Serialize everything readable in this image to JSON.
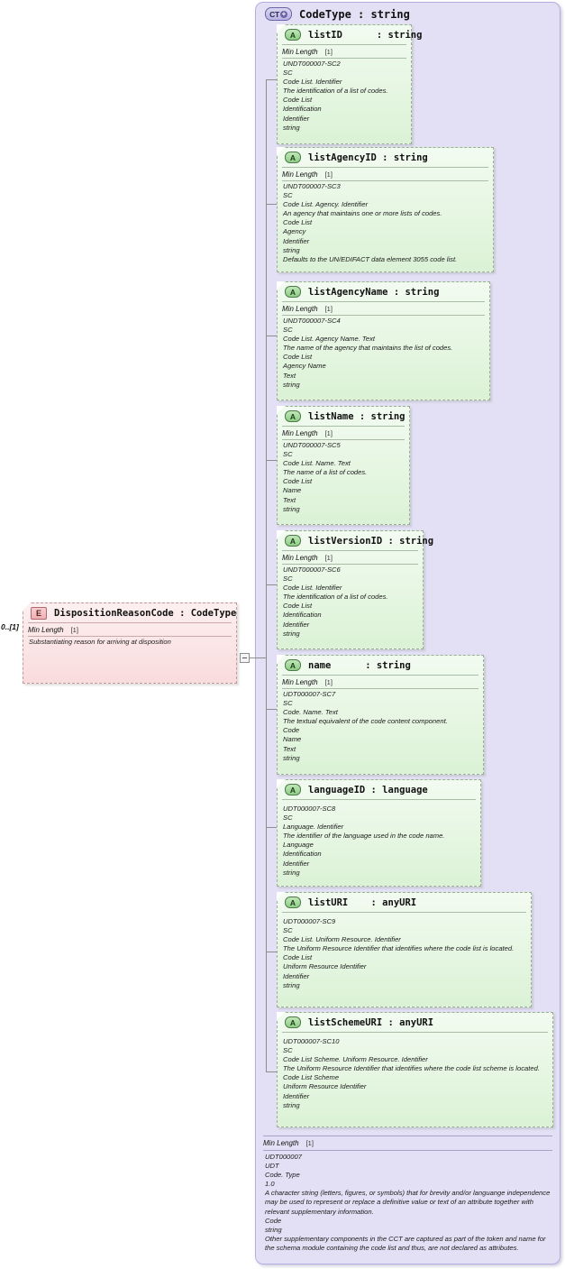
{
  "container": {
    "icon": "CT",
    "icon_plus": "+",
    "title": "CodeType : string",
    "footer": {
      "min_length_label": "Min Length",
      "cardinality": "[1]",
      "lines": [
        "UDT000007",
        "UDT",
        "Code. Type",
        "1.0",
        "A character string (letters, figures, or symbols) that for brevity and/or languange independence may be used to represent or replace a definitive value or text of an attribute together with relevant supplementary information.",
        "Code",
        "string",
        "Other supplementary components in the CCT are captured as part of the token and name for the schema module containing the code list and thus, are not declared as attributes."
      ]
    }
  },
  "element": {
    "icon": "E",
    "title": "DispositionReasonCode : CodeType",
    "cardinality_label": "0..[1]",
    "min_length_label": "Min Length",
    "min_length_value": "[1]",
    "lines": [
      "Substantiating reason for arriving at disposition"
    ]
  },
  "attributes": [
    {
      "icon": "A",
      "title": "listID      : string",
      "min_length_label": "Min Length",
      "min_length_value": "[1]",
      "lines": [
        "UNDT000007-SC2",
        "SC",
        "Code List. Identifier",
        "The identification of a list of codes.",
        "Code List",
        "Identification",
        "Identifier",
        "string"
      ]
    },
    {
      "icon": "A",
      "title": "listAgencyID : string",
      "min_length_label": "Min Length",
      "min_length_value": "[1]",
      "lines": [
        "UNDT000007-SC3",
        "SC",
        "Code List. Agency. Identifier",
        "An agency that maintains one or more lists of codes.",
        "Code List",
        "Agency",
        "Identifier",
        "string",
        "Defaults to the UN/EDIFACT data element 3055 code list."
      ]
    },
    {
      "icon": "A",
      "title": "listAgencyName : string",
      "min_length_label": "Min Length",
      "min_length_value": "[1]",
      "lines": [
        "UNDT000007-SC4",
        "SC",
        "Code List. Agency Name. Text",
        "The name of the agency that maintains the list of codes.",
        "Code List",
        "Agency Name",
        "Text",
        "string"
      ]
    },
    {
      "icon": "A",
      "title": "listName : string",
      "min_length_label": "Min Length",
      "min_length_value": "[1]",
      "lines": [
        "UNDT000007-SC5",
        "SC",
        "Code List. Name. Text",
        "The name of a list of codes.",
        "Code List",
        "Name",
        "Text",
        "string"
      ]
    },
    {
      "icon": "A",
      "title": "listVersionID : string",
      "min_length_label": "Min Length",
      "min_length_value": "[1]",
      "lines": [
        "UNDT000007-SC6",
        "SC",
        "Code List. Identifier",
        "The identification of a list of codes.",
        "Code List",
        "Identification",
        "Identifier",
        "string"
      ]
    },
    {
      "icon": "A",
      "title": "name      : string",
      "min_length_label": "Min Length",
      "min_length_value": "[1]",
      "lines": [
        "UDT000007-SC7",
        "SC",
        "Code. Name. Text",
        "The textual equivalent of the code content component.",
        "Code",
        "Name",
        "Text",
        "string"
      ]
    },
    {
      "icon": "A",
      "title": "languageID : language",
      "min_length_label": "",
      "min_length_value": "",
      "lines": [
        "UDT000007-SC8",
        "SC",
        "Language. Identifier",
        "The identifier of the language used in the code name.",
        "Language",
        "Identification",
        "Identifier",
        "string"
      ]
    },
    {
      "icon": "A",
      "title": "listURI    : anyURI",
      "min_length_label": "",
      "min_length_value": "",
      "lines": [
        "UDT000007-SC9",
        "SC",
        "Code List. Uniform Resource. Identifier",
        "The Uniform Resource Identifier that identifies where the code list is located.",
        "Code List",
        "Uniform Resource Identifier",
        "Identifier",
        "string"
      ]
    },
    {
      "icon": "A",
      "title": "listSchemeURI : anyURI",
      "min_length_label": "",
      "min_length_value": "",
      "lines": [
        "UDT000007-SC10",
        "SC",
        "Code List Scheme. Uniform Resource. Identifier",
        "The Uniform Resource Identifier that identifies where the code list scheme is located.",
        "Code List Scheme",
        "Uniform Resource Identifier",
        "Identifier",
        "string"
      ]
    }
  ]
}
